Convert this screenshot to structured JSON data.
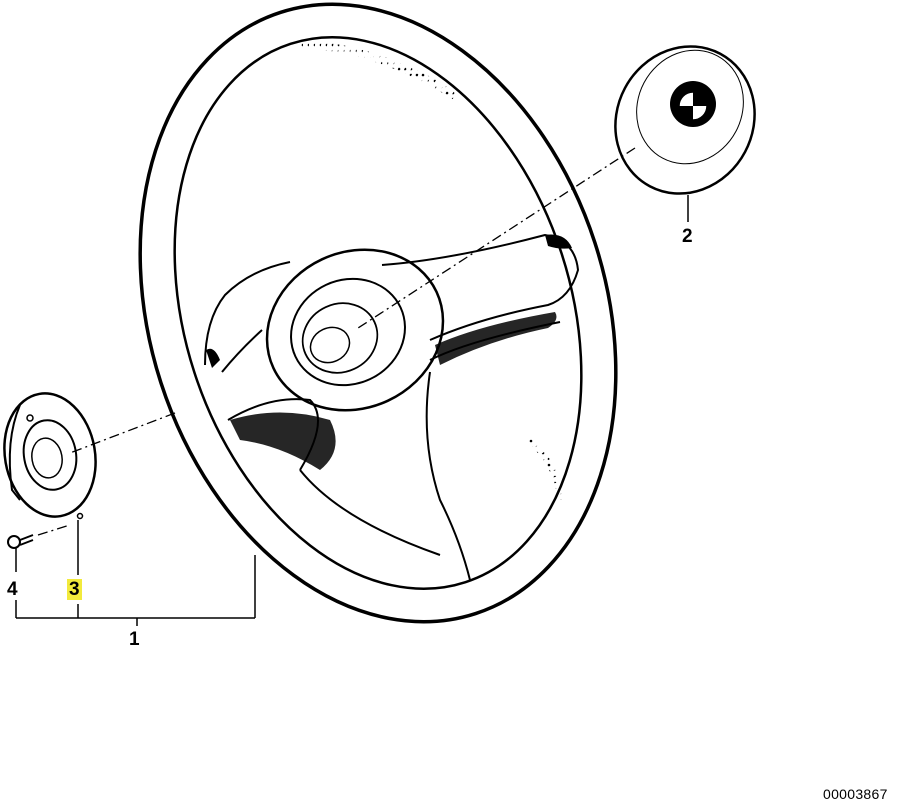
{
  "labels": {
    "part_1": "1",
    "part_2": "2",
    "part_3": "3",
    "part_4": "4"
  },
  "highlight_color": "#f2ea3c",
  "diagram_id": "00003867"
}
